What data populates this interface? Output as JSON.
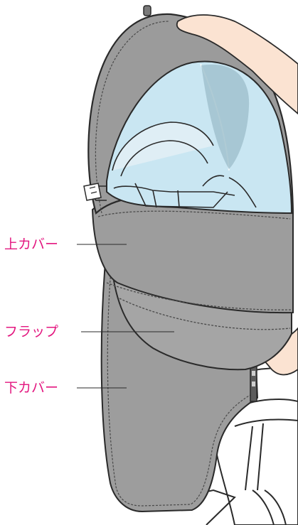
{
  "labels": {
    "upper_cover": "上カバー",
    "flap": "フラップ",
    "lower_cover": "下カバー"
  },
  "colors": {
    "label": "#e3167f",
    "cover_gray": "#9d9d9d",
    "cover_dark": "#6e6e6e",
    "window_blue": "#c9e6f2",
    "skin": "#fbe3d2",
    "outline": "#2a2a2a"
  },
  "icons": [
    "bicycle-rear-seat-cover-illustration"
  ]
}
